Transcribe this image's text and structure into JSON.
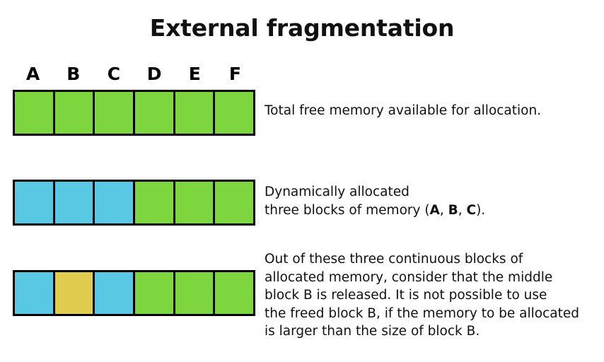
{
  "title": "External fragmentation",
  "colors": {
    "free": "#7ED63F",
    "allocated": "#58C8E3",
    "released": "#E0CC4E",
    "border": "#000000",
    "text": "#111111",
    "background": "#ffffff"
  },
  "block_labels": [
    "A",
    "B",
    "C",
    "D",
    "E",
    "F"
  ],
  "rows": [
    {
      "name": "total-free-memory",
      "cells": [
        "free",
        "free",
        "free",
        "free",
        "free",
        "free"
      ],
      "caption_lines": [
        {
          "text": "Total free memory available for allocation."
        }
      ]
    },
    {
      "name": "dynamically-allocated",
      "cells": [
        "allocated",
        "allocated",
        "allocated",
        "free",
        "free",
        "free"
      ],
      "caption_lines": [
        {
          "text": "Dynamically allocated"
        },
        {
          "parts": [
            {
              "text": "three blocks of memory (",
              "bold": false
            },
            {
              "text": "A",
              "bold": true
            },
            {
              "text": ", ",
              "bold": false
            },
            {
              "text": "B",
              "bold": true
            },
            {
              "text": ", ",
              "bold": false
            },
            {
              "text": "C",
              "bold": true
            },
            {
              "text": ").",
              "bold": false
            }
          ]
        }
      ]
    },
    {
      "name": "block-b-released",
      "cells": [
        "allocated",
        "released",
        "allocated",
        "free",
        "free",
        "free"
      ],
      "caption_lines": [
        {
          "text": "Out of these three continuous blocks of"
        },
        {
          "text": "allocated memory, consider that the middle"
        },
        {
          "text": "block B is released. It is not possible to use"
        },
        {
          "text": "the freed block B, if the memory to be allocated"
        },
        {
          "text": "is larger than the size of block B."
        }
      ]
    }
  ]
}
